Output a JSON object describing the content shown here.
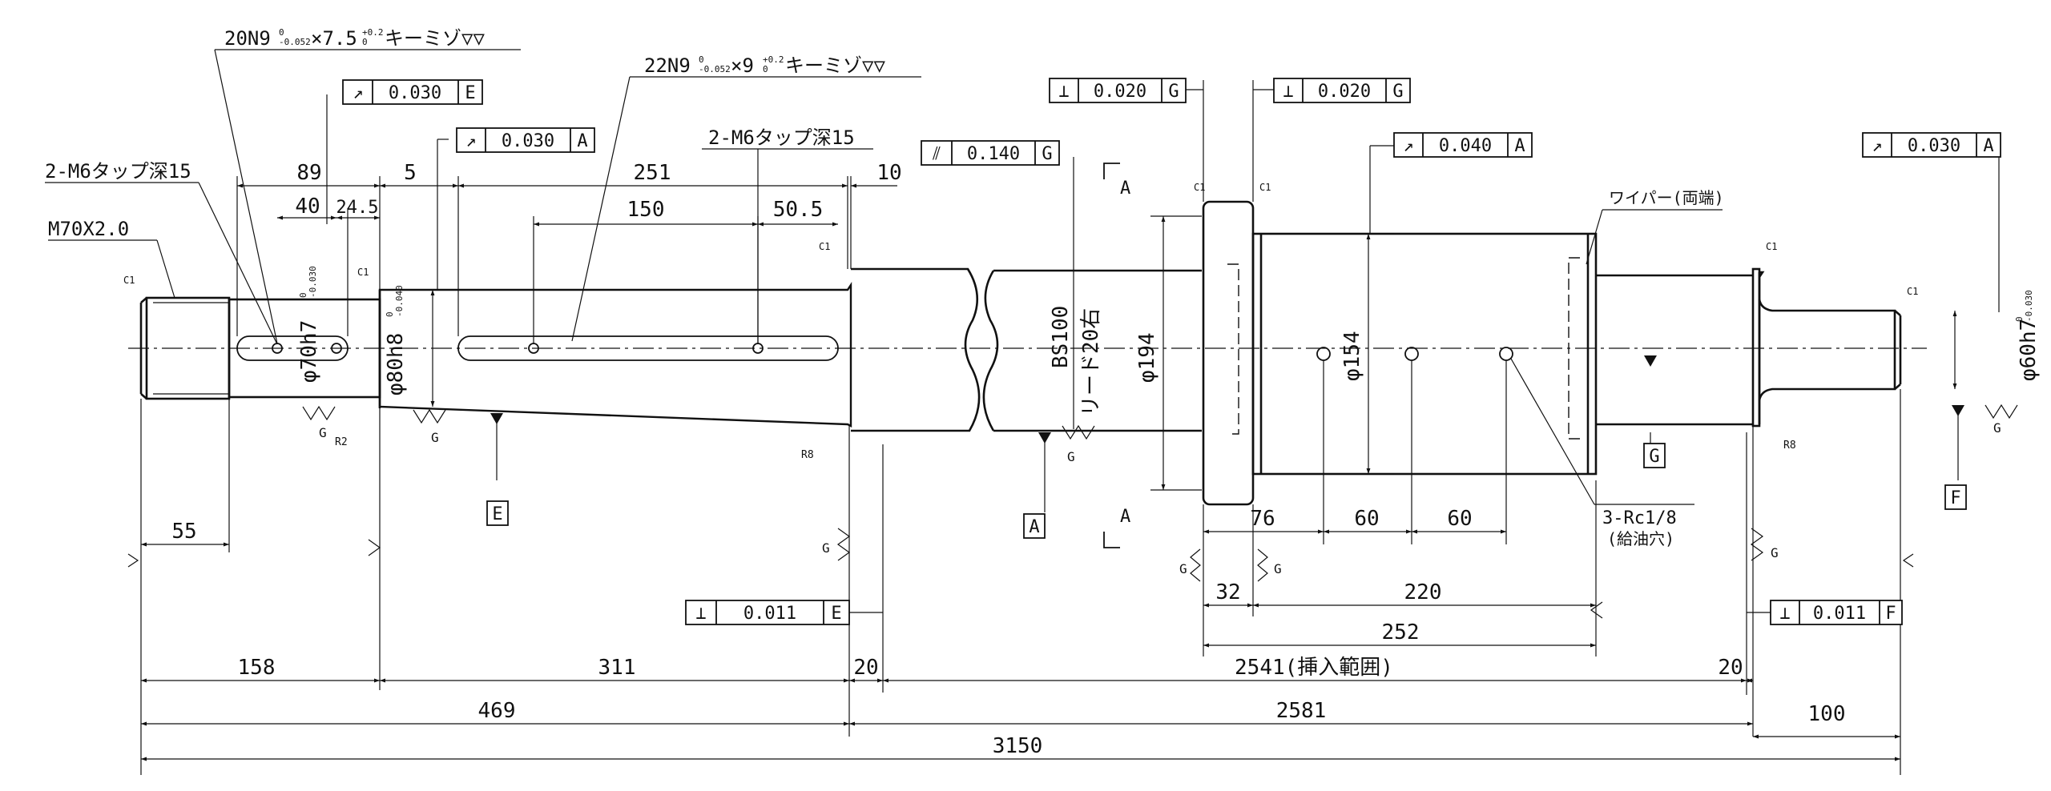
{
  "drawing": {
    "dimensions": {
      "d55": "55",
      "d89": "89",
      "d40": "40",
      "d24_5": "24.5",
      "d5": "5",
      "d251": "251",
      "d150": "150",
      "d50_5": "50.5",
      "d10": "10",
      "d76": "76",
      "d60a": "60",
      "d60b": "60",
      "d32": "32",
      "d220": "220",
      "d252": "252",
      "d158": "158",
      "d311": "311",
      "d20a": "20",
      "d2541": "2541(挿入範囲)",
      "d20b": "20",
      "d469": "469",
      "d2581": "2581",
      "d100": "100",
      "d3150": "3150"
    },
    "diameters": {
      "phi70": "φ70h7",
      "phi70_tol": "0\n-0.030",
      "phi80": "φ80h8",
      "phi80_tol": "0\n-0.040",
      "phi60": "φ60h7",
      "phi60_tol": "0\n-0.030",
      "phi194": "φ194",
      "phi154": "φ154"
    },
    "notes": {
      "keyway1": "20N9",
      "keyway1_tol": "0\n-0.052",
      "keyway1_depth": "×7.5",
      "keyway1_depth_tol": "+0.2\n0",
      "keyway1_suffix": "キーミゾ▽▽",
      "keyway2": "22N9",
      "keyway2_tol": "0\n-0.052",
      "keyway2_depth": "×9",
      "keyway2_depth_tol": "+0.2\n0",
      "keyway2_suffix": "キーミゾ▽▽",
      "tap1": "2-M6タップ深15",
      "tap2": "2-M6タップ深15",
      "thread": "M70X2.0",
      "screw_name": "BS100",
      "screw_lead": "リード20右",
      "wiper": "ワイパー(両端)",
      "oil_holes": "3-Rc1/8",
      "oil_holes_note": "(給油穴)",
      "c1": "C1",
      "r2": "R2",
      "r8": "R8",
      "section": "A",
      "finish": "G"
    },
    "gdt": [
      {
        "symbol": "↗",
        "value": "0.030",
        "datum": "E"
      },
      {
        "symbol": "↗",
        "value": "0.030",
        "datum": "A"
      },
      {
        "symbol": "⫽",
        "value": "0.140",
        "datum": "G"
      },
      {
        "symbol": "⊥",
        "value": "0.020",
        "datum": "G"
      },
      {
        "symbol": "⊥",
        "value": "0.020",
        "datum": "G"
      },
      {
        "symbol": "↗",
        "value": "0.040",
        "datum": "A"
      },
      {
        "symbol": "↗",
        "value": "0.030",
        "datum": "A"
      },
      {
        "symbol": "⊥",
        "value": "0.011",
        "datum": "E"
      },
      {
        "symbol": "⊥",
        "value": "0.011",
        "datum": "F"
      }
    ],
    "datums": {
      "E": "E",
      "A": "A",
      "G": "G",
      "F": "F"
    }
  }
}
